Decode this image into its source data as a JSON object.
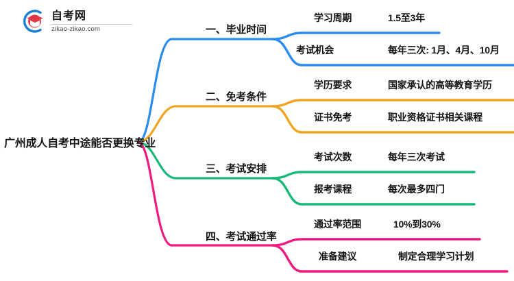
{
  "logo": {
    "title": "自考网",
    "domain": "zikao-zikao.com",
    "mark_icon": "graduation-cap-in-circle-logo",
    "ring_color": "#1a7fd4",
    "cap_color": "#e3394a"
  },
  "mindmap": {
    "root": {
      "label": "广州成人自考中途能否更换专业"
    },
    "branches": [
      {
        "id": "graduation-time",
        "label": "一、毕业时间",
        "color": "#2b8cf0",
        "children": [
          {
            "key": "学习周期",
            "value": "1.5至3年"
          },
          {
            "key": "考试机会",
            "value": "每年三次: 1月、4月、10月"
          }
        ]
      },
      {
        "id": "exemption-conditions",
        "label": "二、免考条件",
        "color": "#efa521",
        "children": [
          {
            "key": "学历要求",
            "value": "国家承认的高等教育学历"
          },
          {
            "key": "证书免考",
            "value": "职业资格证书相关课程"
          }
        ]
      },
      {
        "id": "exam-arrangement",
        "label": "三、考试安排",
        "color": "#17b978",
        "children": [
          {
            "key": "考试次数",
            "value": "每年三次考试"
          },
          {
            "key": "报考课程",
            "value": "每次最多四门"
          }
        ]
      },
      {
        "id": "exam-pass-rate",
        "label": "四、考试通过率",
        "color": "#f0197f",
        "children": [
          {
            "key": "通过率范围",
            "value": "10%到30%"
          },
          {
            "key": "准备建议",
            "value": "制定合理学习计划"
          }
        ]
      }
    ]
  }
}
